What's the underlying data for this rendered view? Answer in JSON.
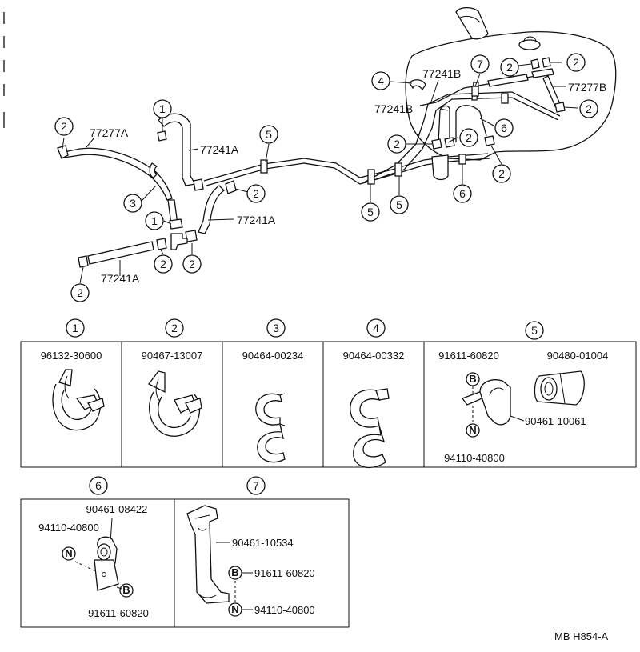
{
  "diagram": {
    "code": "MB H854-A",
    "callouts": {
      "c1": "1",
      "c2": "2",
      "c3": "3",
      "c4": "4",
      "c5": "5",
      "c6": "6",
      "c7": "7"
    },
    "hoses": {
      "h77277A": "77277A",
      "h77241A_top": "77241A",
      "h77241A_mid": "77241A",
      "h77241A_bottom": "77241A",
      "h77241B_top": "77241B",
      "h77241B_mid": "77241B",
      "h77277B": "77277B"
    }
  },
  "legend": {
    "p1": {
      "num": "1",
      "part": "96132-30600"
    },
    "p2": {
      "num": "2",
      "part": "90467-13007"
    },
    "p3": {
      "num": "3",
      "part": "90464-00234"
    },
    "p4": {
      "num": "4",
      "part": "90464-00332"
    },
    "p5": {
      "num": "5",
      "part_a": "91611-60820",
      "part_b": "90480-01004",
      "part_c": "90461-10061",
      "part_d": "94110-40800",
      "mark_b": "B",
      "mark_n": "N"
    },
    "p6": {
      "num": "6",
      "part_a": "90461-08422",
      "part_b": "94110-40800",
      "part_c": "91611-60820",
      "mark_b": "B",
      "mark_n": "N"
    },
    "p7": {
      "num": "7",
      "part_a": "90461-10534",
      "part_b": "91611-60820",
      "part_c": "94110-40800",
      "mark_b": "B",
      "mark_n": "N"
    }
  }
}
